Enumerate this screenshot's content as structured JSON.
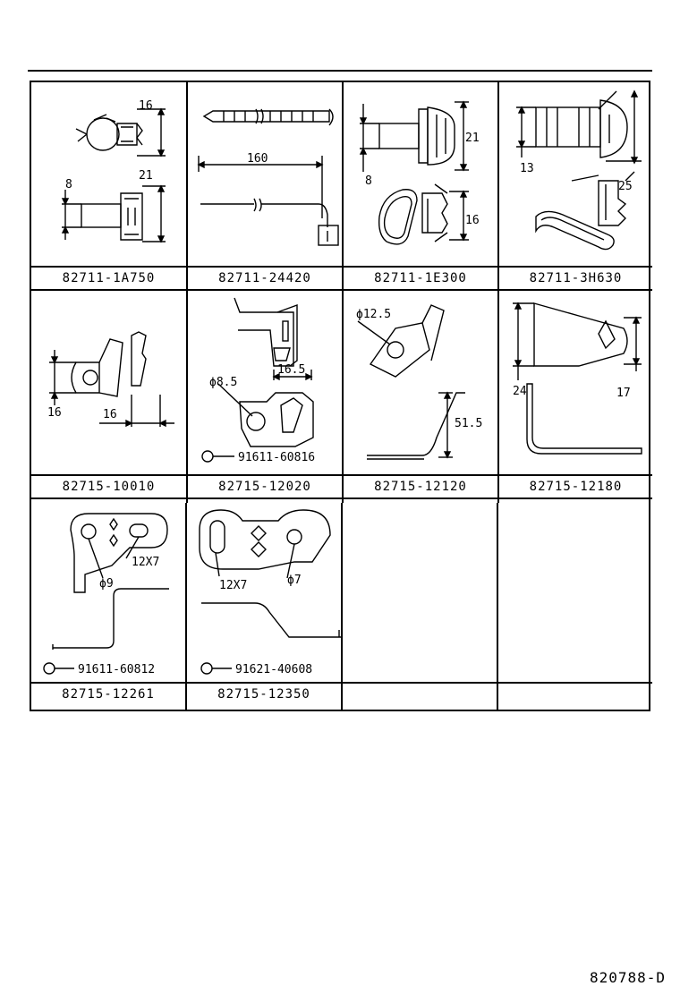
{
  "parts": [
    {
      "part_no": "82711-1A750",
      "dims": [
        "16",
        "21",
        "8"
      ]
    },
    {
      "part_no": "82711-24420",
      "dims": [
        "160"
      ]
    },
    {
      "part_no": "82711-1E300",
      "dims": [
        "21",
        "8",
        "16"
      ]
    },
    {
      "part_no": "82711-3H630",
      "dims": [
        "13",
        "25"
      ]
    },
    {
      "part_no": "82715-10010",
      "dims": [
        "16",
        "16"
      ]
    },
    {
      "part_no": "82715-12020",
      "dims": [
        "16.5",
        "ϕ8.5"
      ],
      "bolt_no": "91611-60816"
    },
    {
      "part_no": "82715-12120",
      "dims": [
        "ϕ12.5",
        "51.5"
      ]
    },
    {
      "part_no": "82715-12180",
      "dims": [
        "24",
        "17"
      ]
    },
    {
      "part_no": "82715-12261",
      "dims": [
        "ϕ9",
        "12X7"
      ],
      "bolt_no": "91611-60812"
    },
    {
      "part_no": "82715-12350",
      "dims": [
        "12X7",
        "ϕ7"
      ],
      "bolt_no": "91621-40608"
    },
    {
      "part_no": ""
    },
    {
      "part_no": ""
    }
  ],
  "diagram_id": "820788-D"
}
